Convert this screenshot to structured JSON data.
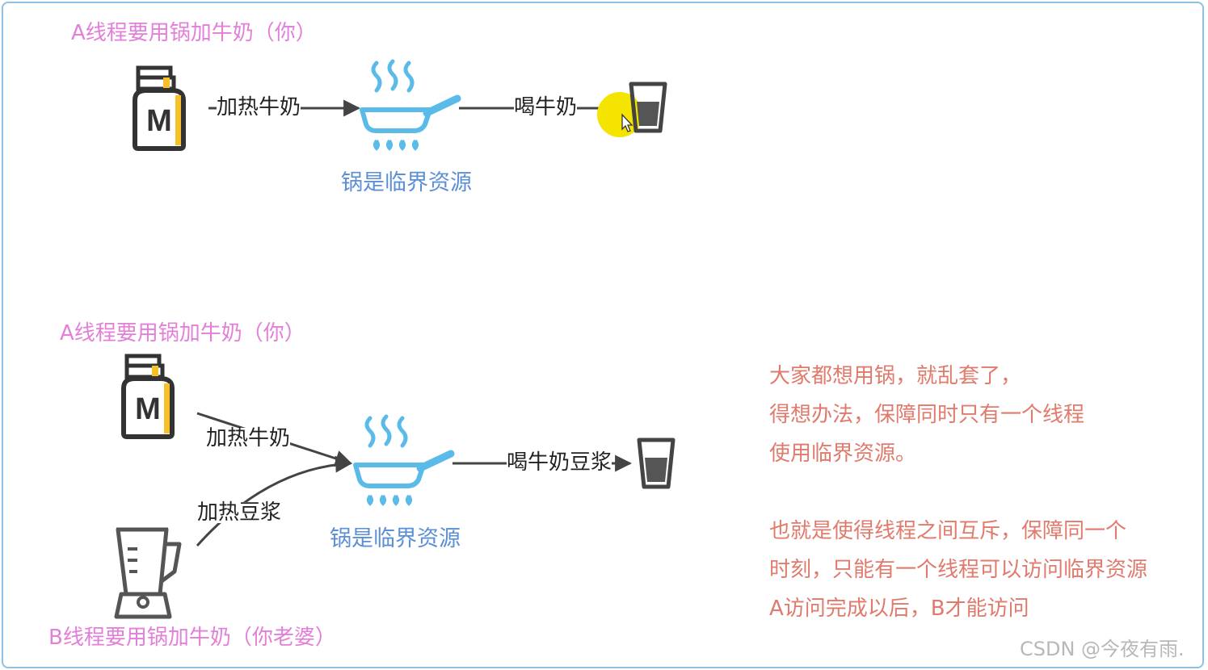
{
  "colors": {
    "title": "#e27fd8",
    "resource": "#5b8fd6",
    "note": "#e07a6c",
    "pan": "#5bbbe8",
    "bottle_accent": "#f5c02a",
    "cursor_highlight": "#f4e400",
    "frame_border": "#8fc1e3"
  },
  "diagram1": {
    "title": "A线程要用锅加牛奶（你）",
    "edge_heat": "加热牛奶",
    "edge_drink": "喝牛奶",
    "resource_label": "锅是临界资源",
    "icons": [
      "milk-bottle-icon",
      "pan-on-stove-icon",
      "cup-icon",
      "cursor-icon"
    ]
  },
  "diagram2": {
    "title_a": "A线程要用锅加牛奶（你）",
    "title_b": "B线程要用锅加牛奶（你老婆）",
    "edge_heat_milk": "加热牛奶",
    "edge_heat_soy": "加热豆浆",
    "edge_drink": "喝牛奶豆浆",
    "resource_label": "锅是临界资源",
    "icons": [
      "milk-bottle-icon",
      "blender-icon",
      "pan-on-stove-icon",
      "cup-icon"
    ]
  },
  "notes": {
    "lines": [
      "大家都想用锅，就乱套了，",
      "得想办法，保障同时只有一个线程",
      "使用临界资源。",
      "",
      "也就是使得线程之间互斥，保障同一个",
      "时刻，只能有一个线程可以访问临界资源",
      "A访问完成以后，B才能访问"
    ]
  },
  "watermark": "CSDN @今夜有雨."
}
